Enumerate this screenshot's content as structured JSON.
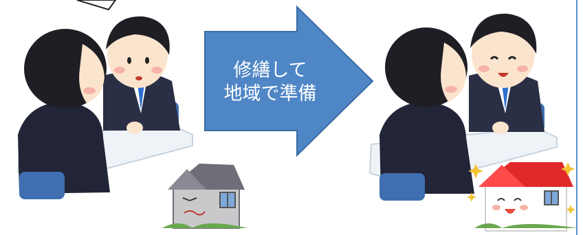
{
  "arrow": {
    "line1": "修繕して",
    "line2": "地域で準備",
    "fill": "#4f86c6",
    "stroke": "#3a6ba3"
  },
  "scenes": {
    "before": {
      "house_mood": "sad"
    },
    "after": {
      "house_mood": "happy"
    }
  },
  "colors": {
    "hair": "#1e1e24",
    "suit": "#2b2f45",
    "sweater": "#222538",
    "skin": "#fbe4cd",
    "blush": "#f6b4a8",
    "tie": "#2e6fd1",
    "chair": "#3f6fb1",
    "table": "#ecf1f7",
    "house_old_roof": "#6e6e78",
    "house_old_wall": "#c9c9cc",
    "house_new_roof": "#e02a2a",
    "house_new_wall": "#ffffff",
    "sparkle": "#f4c430"
  }
}
